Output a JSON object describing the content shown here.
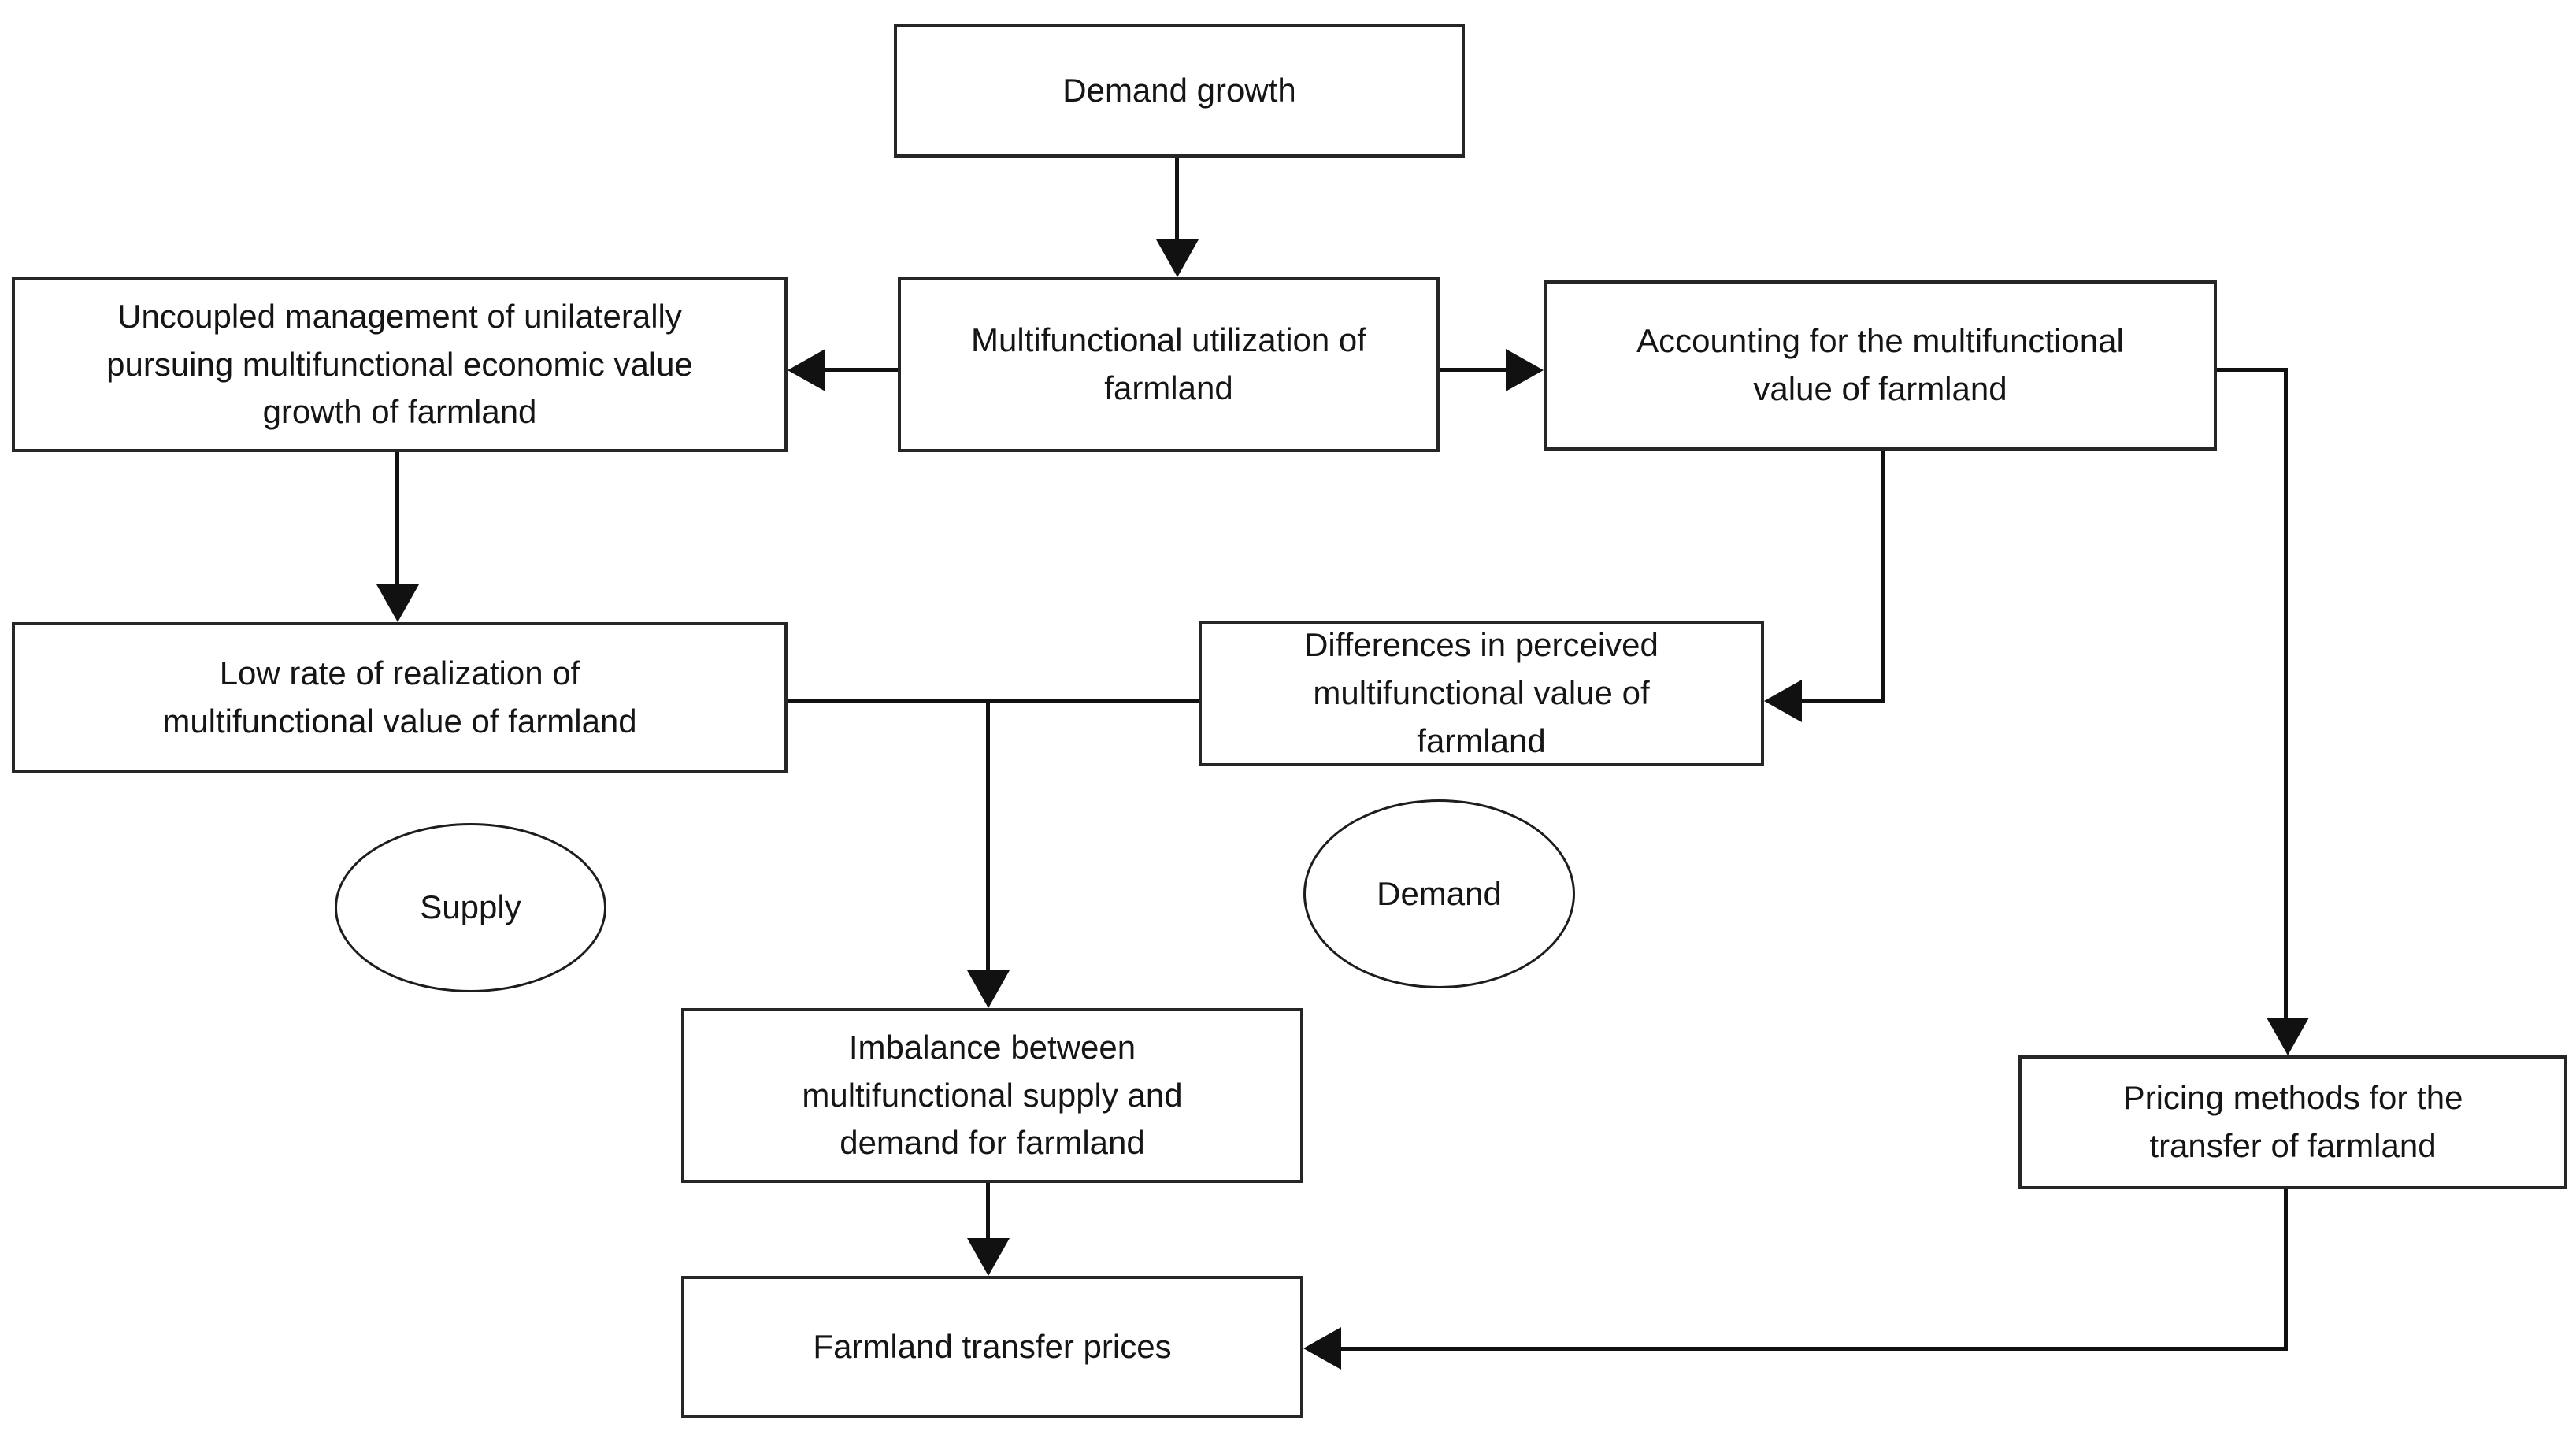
{
  "diagram": {
    "type": "flowchart",
    "colors": {
      "background": "#ffffff",
      "box_border": "#262626",
      "ellipse_border": "#1d1d1d",
      "connector": "#111111",
      "text": "#151515"
    },
    "nodes": {
      "demand_growth": {
        "label": "Demand growth",
        "shape": "rect"
      },
      "uncoupled_management": {
        "label": "Uncoupled management of unilaterally pursuing multifunctional economic value growth of farmland",
        "shape": "rect"
      },
      "multifunctional_utilization": {
        "label": "Multifunctional utilization of farmland",
        "shape": "rect"
      },
      "accounting": {
        "label": "Accounting for the multifunctional value of farmland",
        "shape": "rect"
      },
      "low_rate": {
        "label": "Low rate of realization of multifunctional value of farmland",
        "shape": "rect"
      },
      "differences": {
        "label": "Differences in perceived multifunctional value of farmland",
        "shape": "rect"
      },
      "supply": {
        "label": "Supply",
        "shape": "ellipse"
      },
      "demand": {
        "label": "Demand",
        "shape": "ellipse"
      },
      "imbalance": {
        "label": "Imbalance between multifunctional supply and demand for farmland",
        "shape": "rect"
      },
      "pricing_methods": {
        "label": "Pricing methods for the transfer of farmland",
        "shape": "rect"
      },
      "farmland_transfer_prices": {
        "label": "Farmland transfer prices",
        "shape": "rect"
      }
    },
    "edges": [
      {
        "from": "demand_growth",
        "to": "multifunctional_utilization",
        "style": "arrow"
      },
      {
        "from": "multifunctional_utilization",
        "to": "uncoupled_management",
        "style": "arrow"
      },
      {
        "from": "multifunctional_utilization",
        "to": "accounting",
        "style": "arrow"
      },
      {
        "from": "uncoupled_management",
        "to": "low_rate",
        "style": "arrow"
      },
      {
        "from": "accounting",
        "to": "differences",
        "style": "arrow"
      },
      {
        "from": "low_rate",
        "to": "differences",
        "style": "plain-line"
      },
      {
        "from": "low_rate-differences-junction",
        "to": "imbalance",
        "style": "arrow"
      },
      {
        "from": "imbalance",
        "to": "farmland_transfer_prices",
        "style": "arrow"
      },
      {
        "from": "accounting",
        "to": "pricing_methods",
        "style": "arrow"
      },
      {
        "from": "pricing_methods",
        "to": "farmland_transfer_prices",
        "style": "arrow"
      }
    ]
  }
}
